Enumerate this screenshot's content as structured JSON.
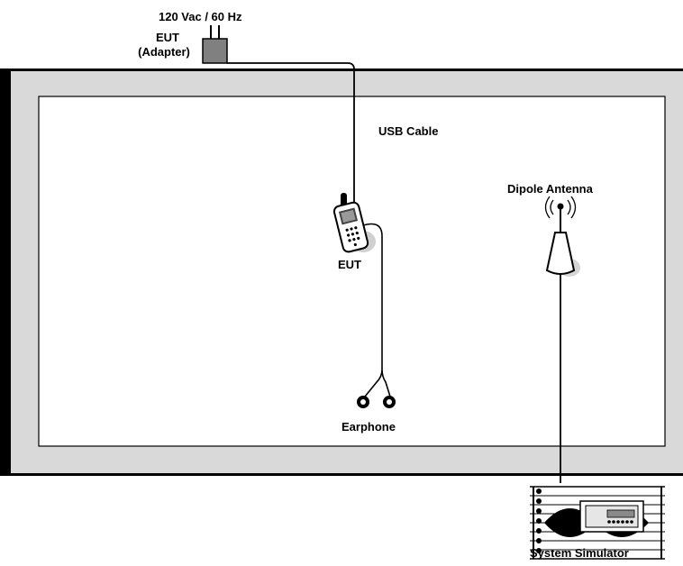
{
  "labels": {
    "power": "120 Vac / 60 Hz",
    "adapter_line1": "EUT",
    "adapter_line2": "(Adapter)",
    "usb_cable": "USB Cable",
    "eut": "EUT",
    "dipole_antenna": "Dipole Antenna",
    "earphone": "Earphone",
    "system_simulator": "System Simulator"
  },
  "colors": {
    "chamber_wall": "#d9d9d9",
    "adapter": "#808080",
    "line": "#000000"
  }
}
